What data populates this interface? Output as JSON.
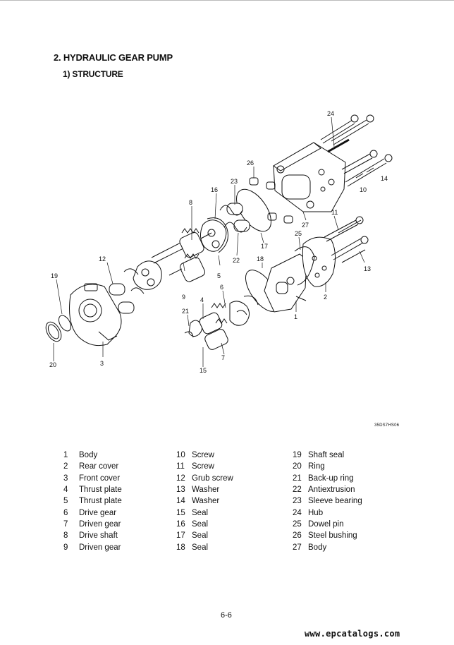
{
  "section_title": "2. HYDRAULIC GEAR PUMP",
  "sub_title": "1) STRUCTURE",
  "figure_code": "35DS7HS06",
  "callouts": [
    "1",
    "2",
    "3",
    "4",
    "5",
    "6",
    "7",
    "8",
    "9",
    "10",
    "11",
    "12",
    "13",
    "14",
    "15",
    "16",
    "17",
    "18",
    "19",
    "20",
    "21",
    "22",
    "23",
    "24",
    "25",
    "26",
    "27"
  ],
  "legend": [
    [
      {
        "num": "1",
        "label": "Body"
      },
      {
        "num": "2",
        "label": "Rear cover"
      },
      {
        "num": "3",
        "label": "Front cover"
      },
      {
        "num": "4",
        "label": "Thrust plate"
      },
      {
        "num": "5",
        "label": "Thrust plate"
      },
      {
        "num": "6",
        "label": "Drive gear"
      },
      {
        "num": "7",
        "label": "Driven gear"
      },
      {
        "num": "8",
        "label": "Drive shaft"
      },
      {
        "num": "9",
        "label": "Driven gear"
      }
    ],
    [
      {
        "num": "10",
        "label": "Screw"
      },
      {
        "num": "11",
        "label": "Screw"
      },
      {
        "num": "12",
        "label": "Grub screw"
      },
      {
        "num": "13",
        "label": "Washer"
      },
      {
        "num": "14",
        "label": "Washer"
      },
      {
        "num": "15",
        "label": "Seal"
      },
      {
        "num": "16",
        "label": "Seal"
      },
      {
        "num": "17",
        "label": "Seal"
      },
      {
        "num": "18",
        "label": "Seal"
      }
    ],
    [
      {
        "num": "19",
        "label": "Shaft seal"
      },
      {
        "num": "20",
        "label": "Ring"
      },
      {
        "num": "21",
        "label": "Back-up ring"
      },
      {
        "num": "22",
        "label": "Antiextrusion"
      },
      {
        "num": "23",
        "label": "Sleeve bearing"
      },
      {
        "num": "24",
        "label": "Hub"
      },
      {
        "num": "25",
        "label": "Dowel pin"
      },
      {
        "num": "26",
        "label": "Steel bushing"
      },
      {
        "num": "27",
        "label": "Body"
      }
    ]
  ],
  "page_number": "6-6",
  "watermark": "www.epcatalogs.com"
}
